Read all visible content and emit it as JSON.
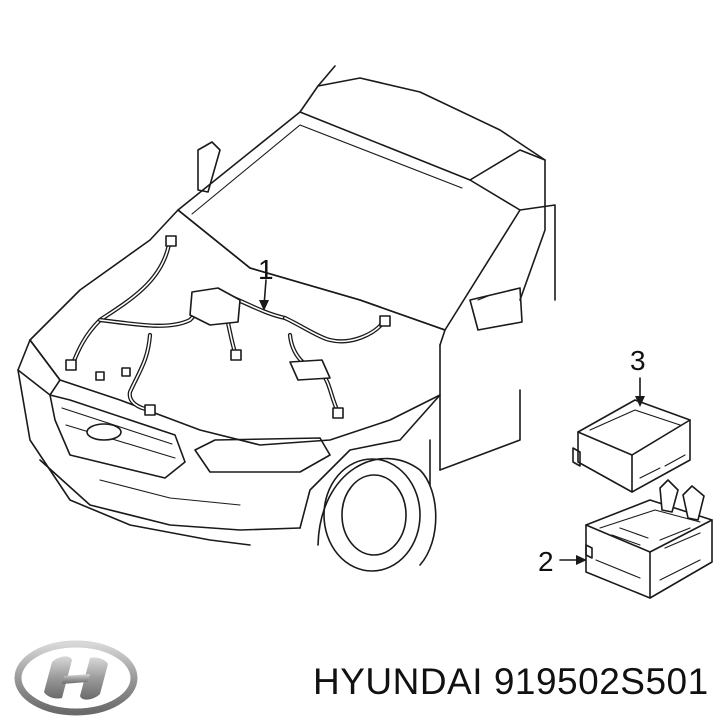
{
  "callouts": {
    "wiring_harness": "1",
    "junction_box": "2",
    "control_module": "3"
  },
  "footer": {
    "brand": "HYUNDAI",
    "part_number": "919502S501"
  },
  "colors": {
    "line": "#1a1a1a",
    "background": "#ffffff",
    "logo_silver": "#9a9a9a"
  },
  "icons": {
    "brand_logo": "hyundai-logo-icon"
  }
}
